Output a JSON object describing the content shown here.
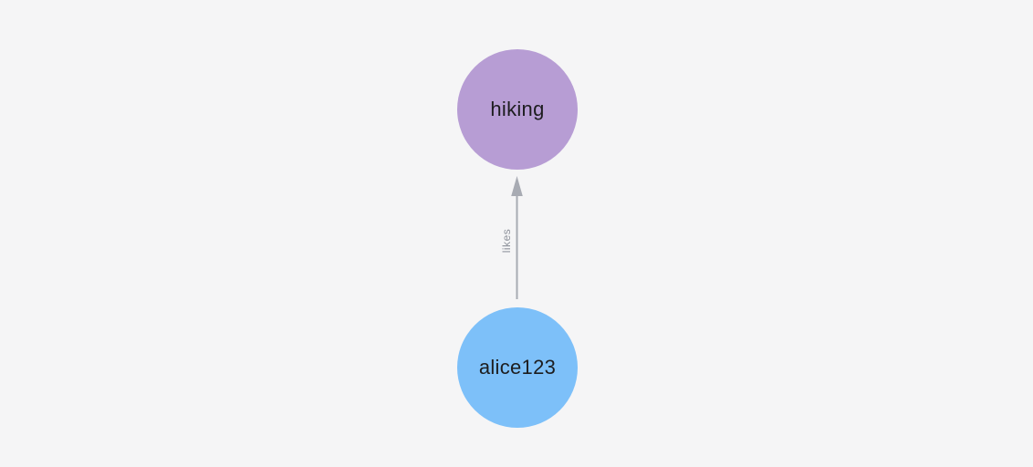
{
  "graph": {
    "background_color": "#f5f5f6",
    "nodes": [
      {
        "id": "hiking",
        "label": "hiking",
        "color": "#b79dd4",
        "text_color": "#1d1d1f"
      },
      {
        "id": "alice123",
        "label": "alice123",
        "color": "#7dc0f9",
        "text_color": "#1d1d1f"
      }
    ],
    "edges": [
      {
        "from": "alice123",
        "to": "hiking",
        "label": "likes",
        "direction": "up",
        "line_color": "#a8abb3",
        "label_color": "#8e929b"
      }
    ]
  }
}
